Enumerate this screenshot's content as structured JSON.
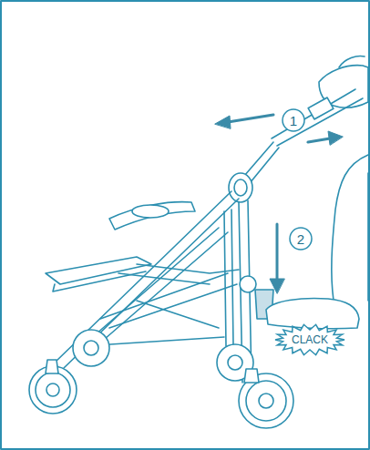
{
  "diagram": {
    "nodes": [
      {
        "text": [
          "1"
        ]
      },
      {
        "text": [
          "2"
        ]
      },
      {
        "text": [
          "CLACK"
        ]
      }
    ]
  }
}
